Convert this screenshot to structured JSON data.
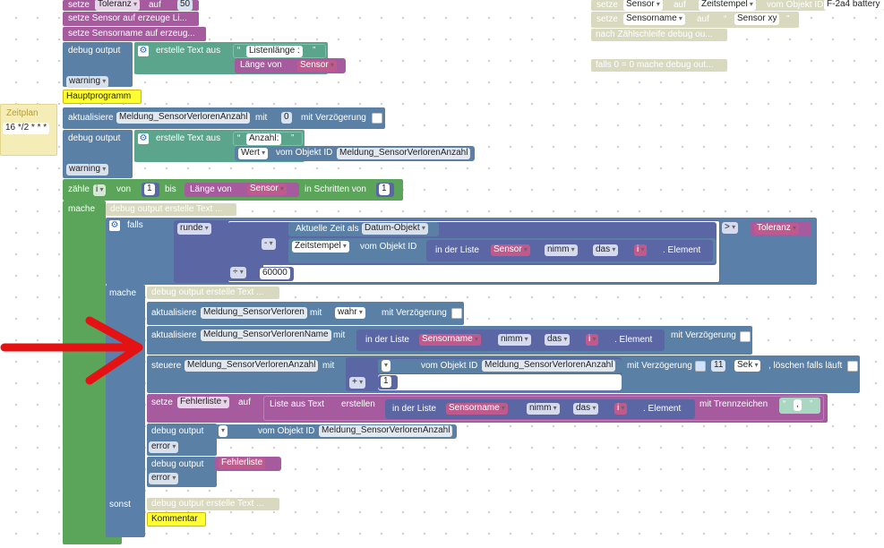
{
  "top": {
    "setze": "setze",
    "toleranz_var": "Toleranz",
    "auf": "auf",
    "toleranz_val": "50",
    "setze_sensor": "setze Sensor auf erzeuge Li...",
    "setze_sensorname": "setze Sensorname auf erzeug...",
    "debug_output": "debug output",
    "erstelle_text_aus": "erstelle Text aus",
    "listenlaenge": "Listenlänge :",
    "laenge_von": "Länge von",
    "sensor_var": "Sensor",
    "warning": "warning",
    "hauptprogramm": "Hauptprogramm",
    "aktualisiere": "aktualisiere",
    "meldung_anzahl": "Meldung_SensorVerlorenAnzahl",
    "mit": "mit",
    "zero": "0",
    "mit_verzoegerung": "mit Verzögerung",
    "anzahl_label": "Anzahl:",
    "wert": "Wert",
    "vom_objekt_id": "vom Objekt ID",
    "zeitplan": "Zeitplan",
    "zeitplan_val": "16 */2 * * *"
  },
  "loop": {
    "zaehle": "zähle",
    "i_var": "i",
    "von": "von",
    "from": "1",
    "bis": "bis",
    "laenge_von": "Länge von",
    "sensor": "Sensor",
    "in_schritten_von": "in Schritten von",
    "step": "1",
    "mache": "mache",
    "debug_erstelle_text": "debug output erstelle Text ...",
    "falls": "falls",
    "runde": "runde",
    "aktuelle_zeit_als": "Aktuelle Zeit als",
    "datum_objekt": "Datum-Objekt",
    "minus": "-",
    "zeitstempel": "Zeitstempel",
    "vom_objekt_id": "vom Objekt ID",
    "in_der_liste": "in der Liste",
    "nimm": "nimm",
    "das": "das",
    "element": ". Element",
    "gt": ">",
    "toleranz": "Toleranz",
    "divide": "÷",
    "divisor": "60000",
    "mache2": "mache",
    "aktualisiere": "aktualisiere",
    "meldung_verloren": "Meldung_SensorVerloren",
    "mit": "mit",
    "wahr": "wahr",
    "mit_verzoegerung": "mit Verzögerung",
    "meldung_verloren_name": "Meldung_SensorVerlorenName",
    "steuere": "steuere",
    "meldung_anzahl": "Meldung_SensorVerlorenAnzahl",
    "plus": "+",
    "one": "1",
    "delay_val": "11",
    "sek": "Sek",
    "loeschen_falls": ", löschen falls läuft",
    "setze": "setze",
    "fehlerliste": "Fehlerliste",
    "auf": "auf",
    "liste_aus_text": "Liste aus Text",
    "erstellen": "erstellen",
    "sensorname": "Sensorname",
    "mit_trennzeichen": "mit Trennzeichen",
    "trennzeichen_val": ",",
    "debug_output": "debug output",
    "error": "error",
    "sonst": "sonst",
    "debug_text_disabled": "debug output erstelle Text ...",
    "kommentar": "Kommentar"
  },
  "right": {
    "setze": "setze",
    "sensor": "Sensor",
    "auf": "auf",
    "zeitstempel": "Zeitstempel",
    "vom_objekt_id": "vom Objekt ID",
    "objekt_val": "F-2a4 battery",
    "sensorname": "Sensorname",
    "sensor_xy": "Sensor xy",
    "nach_zaehlschleife": "nach Zählschleife debug ou...",
    "falls_text": "falls 0 = 0 mache debug out..."
  }
}
